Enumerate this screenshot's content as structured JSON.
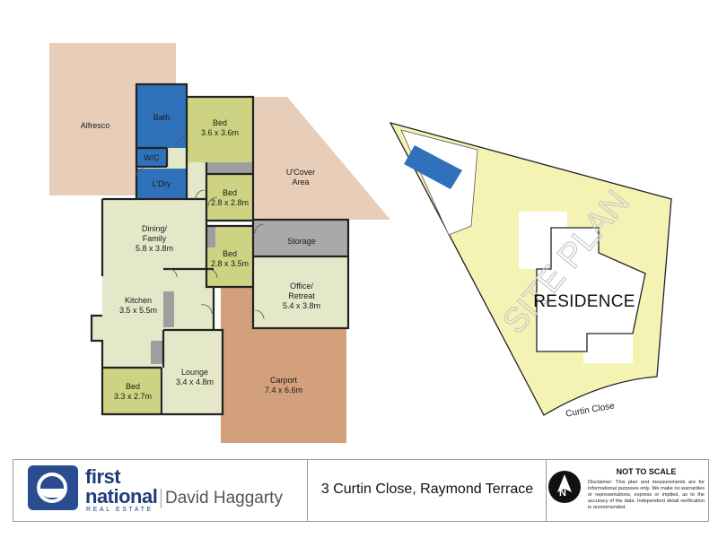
{
  "rooms": {
    "alfresco": "Alfresco",
    "bath": "Bath",
    "wc": "W/C",
    "ldry": "L'Dry",
    "bed1_name": "Bed",
    "bed1_size": "3.6 x 3.6m",
    "bed2_name": "Bed",
    "bed2_size": "2.8 x 2.8m",
    "bed3_name": "Bed",
    "bed3_size": "2.8 x 3.5m",
    "bed4_name": "Bed",
    "bed4_size": "3.3 x 2.7m",
    "ucover_l1": "U'Cover",
    "ucover_l2": "Area",
    "storage": "Storage",
    "dining_l1": "Dining/",
    "dining_l2": "Family",
    "dining_size": "5.8 x 3.8m",
    "office_l1": "Office/",
    "office_l2": "Retreat",
    "office_size": "5.4 x 3.8m",
    "kitchen": "Kitchen",
    "kitchen_size": "3.5 x 5.5m",
    "lounge": "Lounge",
    "lounge_size": "3.4 x 4.8m",
    "carport": "Carport",
    "carport_size": "7.4 x 6.6m"
  },
  "site": {
    "watermark": "SITE PLAN",
    "residence": "RESIDENCE",
    "street": "Curtin Close"
  },
  "footer": {
    "brand_line1": "first",
    "brand_line2": "national",
    "brand_line3": "REAL ESTATE",
    "agent": "David Haggarty",
    "address": "3 Curtin Close, Raymond Terrace",
    "north": "N",
    "disclaimer_title": "NOT TO SCALE",
    "disclaimer_text": "Disclaimer: This plan and measurements are for informational purposes only. We make no warranties or representations, express or implied, as to the accuracy of the data. Independent detail verification is recommended."
  },
  "colors": {
    "outdoor": "#e8cdb8",
    "living": "#e4e8c8",
    "bedroom": "#cdd382",
    "wet": "#2f72bb",
    "storage": "#a9a9a9",
    "carport": "#d2a07a",
    "site": "#f5f3b3",
    "pool": "#2f72bb"
  }
}
